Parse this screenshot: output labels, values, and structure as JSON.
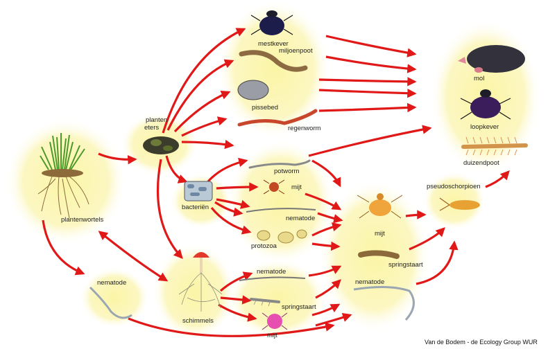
{
  "labels": {
    "roots": "plantenwortels",
    "plant_eaters": "planten\neters",
    "bacteria": "bacteriën",
    "fungi": "schimmels",
    "nematode_left": "nematode",
    "beetle": "mestkever",
    "millipede": "miljoenpoot",
    "woodlouse": "pissebed",
    "earthworm": "regenworm",
    "potworm": "potworm",
    "mite_mid": "mijt",
    "nematode_mid": "nematode",
    "protozoa": "protozoa",
    "nematode_low": "nematode",
    "springtail_low": "springstaart",
    "mite_low": "mijt",
    "mite_right": "mijt",
    "springtail_right": "springstaart",
    "nematode_right": "nematode",
    "pseudoscorpion": "pseudoschorpioen",
    "mole": "mol",
    "ground_beetle": "loopkever",
    "centipede": "duizendpoot"
  },
  "credit": "Van de Bodem - de Ecology Group WUR",
  "colors": {
    "arrow": "#e01818",
    "blob": "#fbf6b3"
  }
}
